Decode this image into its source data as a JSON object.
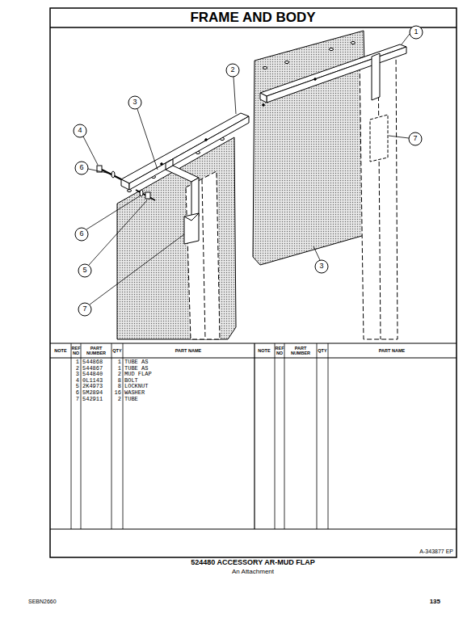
{
  "diagram": {
    "title": "FRAME AND BODY",
    "caption": "524480 ACCESSORY AR-MUD FLAP",
    "labels": [
      "1",
      "2",
      "3",
      "4",
      "6",
      "6",
      "5",
      "7",
      "3",
      "7",
      "NOTE",
      "REF NO",
      "PART NUMBER",
      "QTY",
      "PART NAME",
      "NOTE",
      "REF NO",
      "PART NUMBER",
      "QTY",
      "PART NAME",
      "1",
      "544868",
      "1",
      "TUBE AS",
      "2",
      "544867",
      "1",
      "TUBE AS",
      "3",
      "544840",
      "2",
      "MUD FLAP",
      "4",
      "0L1143",
      "8",
      "BOLT",
      "5",
      "2K4973",
      "8",
      "LOCKNUT",
      "6",
      "5M2894",
      "16",
      "WASHER",
      "7",
      "542911",
      "2",
      "TUBE",
      "A-343877 EP",
      "An Attachment",
      "SEBN2660",
      "135"
    ]
  }
}
